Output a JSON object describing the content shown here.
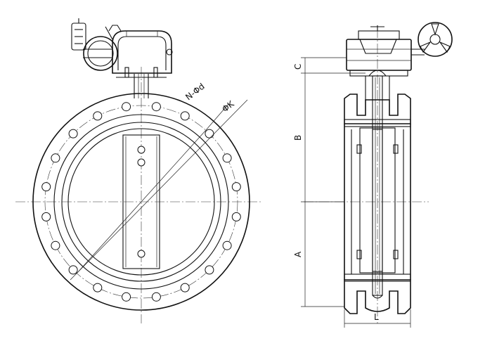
{
  "labels": {
    "bolt_holes": "N-Φd",
    "bolt_circle": "ΦK",
    "dim_c": "C",
    "dim_b": "B",
    "dim_a": "A",
    "dim_l": "L"
  },
  "colors": {
    "line": "#111111",
    "background": "#ffffff",
    "hatch": "#888888"
  }
}
